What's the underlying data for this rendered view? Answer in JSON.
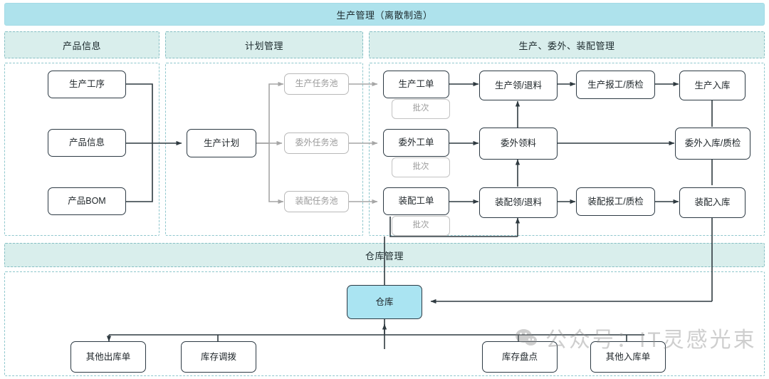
{
  "title": "生产管理（离散制造）",
  "sections": [
    {
      "key": "product",
      "label": "产品信息"
    },
    {
      "key": "plan",
      "label": "计划管理"
    },
    {
      "key": "manufacturing",
      "label": "生产、委外、装配管理"
    },
    {
      "key": "warehouse",
      "label": "仓库管理"
    }
  ],
  "nodes": {
    "process": "生产工序",
    "product_info": "产品信息",
    "product_bom": "产品BOM",
    "production_plan": "生产计划",
    "pool_production": "生产任务池",
    "pool_outsource": "委外任务池",
    "pool_assembly": "装配任务池",
    "wo_production": "生产工单",
    "wo_outsource": "委外工单",
    "wo_assembly": "装配工单",
    "batch_production": "批次",
    "batch_outsource": "批次",
    "batch_assembly": "批次",
    "pick_production": "生产领/退料",
    "pick_outsource": "委外领料",
    "pick_assembly": "装配领/退料",
    "report_production": "生产报工/质检",
    "report_assembly": "装配报工/质检",
    "in_production": "生产入库",
    "in_outsource": "委外入库/质检",
    "in_assembly": "装配入库",
    "warehouse": "仓库",
    "other_out": "其他出库单",
    "stock_transfer": "库存调拨",
    "stock_count": "库存盘点",
    "other_in": "其他入库单"
  },
  "watermark": {
    "text": "公众号：IT灵感光束",
    "icon": "wechat-icon"
  },
  "colors": {
    "banner_main": "#aee2ec",
    "banner_sub": "#d9eeec",
    "lane_border": "#8fc7cd",
    "node_border": "#2d3a44",
    "ghost_border": "#b9b9b9",
    "accent_fill": "#aae4f2",
    "edge_dark": "#3a3a3a",
    "edge_light": "#a6a6a6"
  }
}
